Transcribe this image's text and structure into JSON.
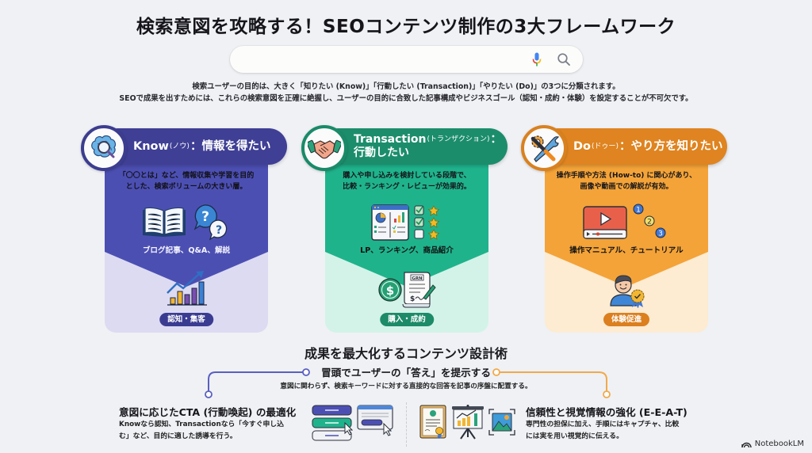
{
  "title": "検索意図を攻略する！SEOコンテンツ制作の3大フレームワーク",
  "search_bar": {
    "value": "",
    "placeholder": "",
    "mic_icon": "microphone-icon",
    "search_icon": "search-icon"
  },
  "intro": {
    "line1": "検索ユーザーの目的は、大きく「知りたい (Know)」「行動したい (Transaction)」「やりたい (Do)」の3つに分類されます。",
    "line2": "SEOで成果を出すためには、これらの検索意図を正確に絶握し、ユーザーの目的に合致した記事構成やビジネスゴール（認知・成約・体験）を設定することが不可欠です。"
  },
  "cards": [
    {
      "key": "know",
      "name_en": "Know",
      "reading": "(ノウ)",
      "separator": "：",
      "title_jp": "情報を得たい",
      "header_icon": "brain-magnifier-icon",
      "description_line1": "「〇〇とは」など、情報収集や学習を目的",
      "description_line2": "とした、検索ボリュームの大きい層。",
      "illustration_icons": [
        "open-book-icon",
        "question-bubbles-icon"
      ],
      "content_formats": "ブログ記事、Q&A、解説",
      "goal_icon": "growth-chart-icon",
      "goal": "認知・集客",
      "color": "#4c4fb2"
    },
    {
      "key": "transaction",
      "name_en": "Transaction",
      "reading": "(トランザクション)",
      "separator": "：",
      "title_jp": "行動したい",
      "header_icon": "handshake-icon",
      "description_line1": "購入や申し込みを検討している段階で、",
      "description_line2": "比較・ランキング・レビューが効果的。",
      "illustration_icons": [
        "comparison-dashboard-icon",
        "checklist-stars-icon"
      ],
      "content_formats": "LP、ランキング、商品紹介",
      "goal_icon": "dollar-contract-icon",
      "goal_icon_label": "GRN",
      "goal": "購入・成約",
      "color": "#1fb38c"
    },
    {
      "key": "do",
      "name_en": "Do",
      "reading": "(ドゥー)",
      "separator": "：",
      "title_jp": "やり方を知りたい",
      "header_icon": "wrench-gear-icon",
      "description_line1": "操作手順や方法 (How-to) に関心があり、",
      "description_line2": "画像や動画での解説が有効。",
      "illustration_icons": [
        "video-player-icon",
        "numbered-steps-icon"
      ],
      "steps": [
        "1",
        "2",
        "3"
      ],
      "content_formats": "操作マニュアル、チュートリアル",
      "goal_icon": "user-award-icon",
      "goal": "体験促進",
      "color": "#f4a338"
    }
  ],
  "design_section": {
    "title": "成果を最大化するコンテンツ設計術",
    "answer_first": {
      "title": "冒頭でユーザーの「答え」を提示する",
      "description": "意図に関わらず、検索キーワードに対する直接的な回答を記事の序盤に配置する。"
    },
    "cta": {
      "title": "意図に応じたCTA (行動喚起) の最適化",
      "description_line1": "Knowなら認知、Transactionなら「今すぐ申し込",
      "description_line2": "む」など、目的に適した誘導を行う。",
      "icons": [
        "cta-buttons-icon",
        "browser-cursor-icon"
      ]
    },
    "eeat": {
      "title": "信頼性と視覚情報の強化 (E-E-A-T)",
      "description_line1": "専門性の担保に加え、手順にはキャプチャ、比較",
      "description_line2": "には実を用い視覚的に伝える。",
      "icons": [
        "certificate-icon",
        "presentation-chart-icon",
        "image-icon"
      ]
    }
  },
  "colors": {
    "know": "#4c4fb2",
    "transaction": "#1fb38c",
    "do": "#f4a338",
    "background": "#eff1f5"
  },
  "watermark": {
    "icon": "notebooklm-logo-icon",
    "label": "NotebookLM"
  }
}
